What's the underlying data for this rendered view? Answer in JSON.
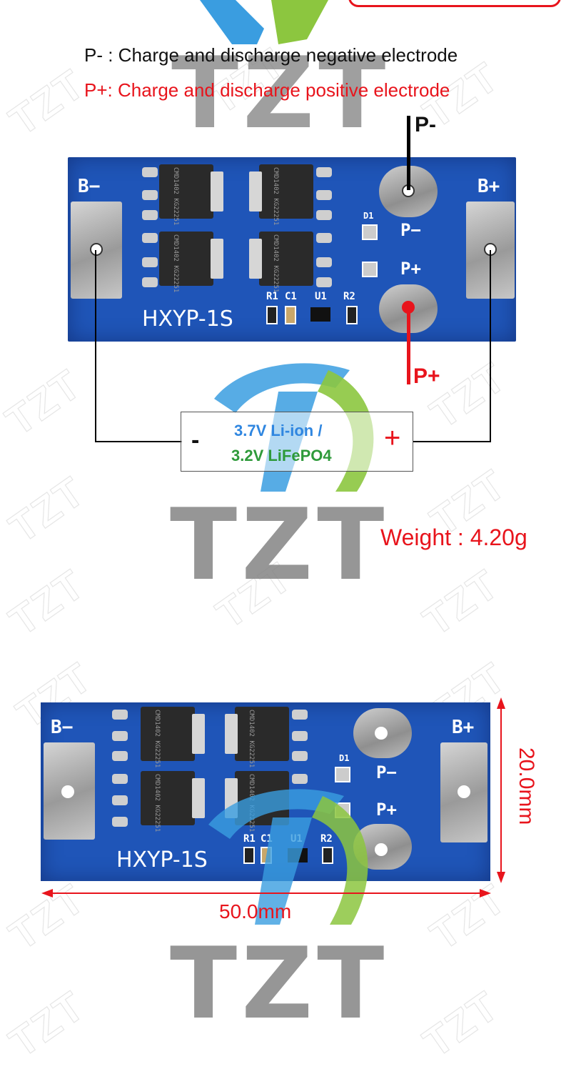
{
  "legend": {
    "p_minus": "P- : Charge and discharge negative electrode",
    "p_plus": "P+: Charge and discharge positive electrode"
  },
  "watermark": {
    "brand": "TZT"
  },
  "board_top": {
    "silk": {
      "b_minus": "B−",
      "b_plus": "B+",
      "p_minus": "P−",
      "p_plus": "P+",
      "d1": "D1",
      "r1": "R1",
      "c1": "C1",
      "u1": "U1",
      "r2": "R2",
      "model": "HXYP-1S"
    },
    "chip_text": [
      "CMD1402",
      "KG22251"
    ],
    "wire_labels": {
      "p_minus": "P-",
      "p_plus": "P+"
    }
  },
  "battery": {
    "line1": "3.7V Li-ion /",
    "line2": "3.2V LiFePO4",
    "minus": "-",
    "plus": "+"
  },
  "weight": "Weight : 4.20g",
  "board_bottom": {
    "silk": {
      "b_minus": "B−",
      "b_plus": "B+",
      "p_minus": "P−",
      "p_plus": "P+",
      "d1": "D1",
      "r1": "R1",
      "c1": "C1",
      "u1": "U1",
      "r2": "R2",
      "model": "HXYP-1S"
    },
    "chip_text": [
      "CMD1402",
      "KG22251"
    ],
    "dim_height": "20.0mm",
    "dim_width": "50.0mm"
  },
  "colors": {
    "pcb_blue": "#1f55b8",
    "legend_red": "#e8141c",
    "battery_blue": "#2f86e0",
    "battery_green": "#2e9a3a",
    "wire_red": "#e8141c"
  }
}
